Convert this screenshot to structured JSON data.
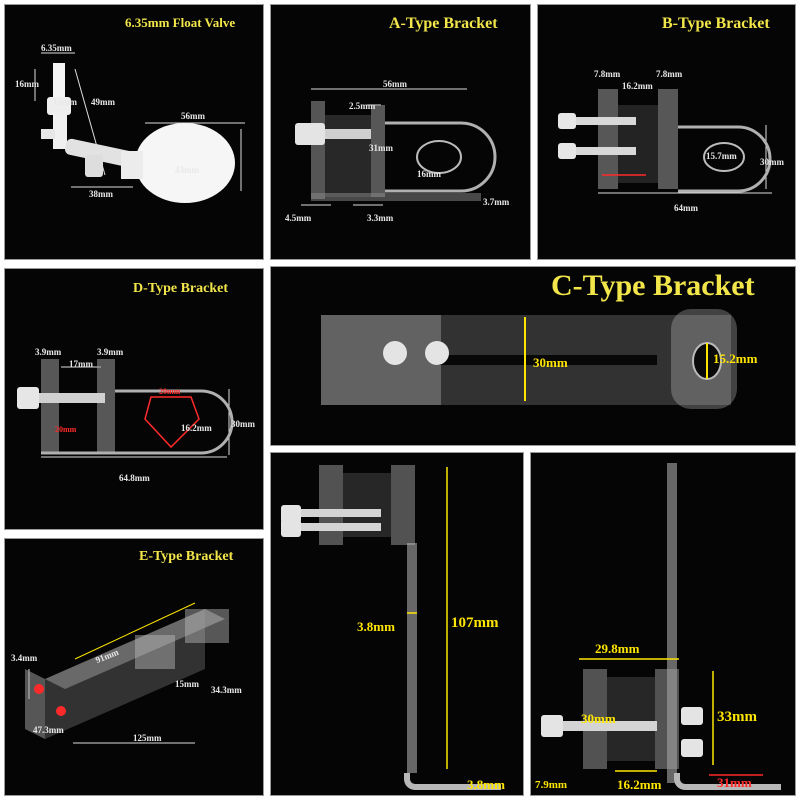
{
  "panels": {
    "float_valve": {
      "title": "6.35mm Float Valve",
      "dims": [
        "6.35mm",
        "16mm",
        "15mm",
        "49mm",
        "56mm",
        "43mm",
        "38mm"
      ]
    },
    "a_type": {
      "title": "A-Type Bracket",
      "dims": [
        "56mm",
        "2.5mm",
        "31mm",
        "16mm",
        "3.7mm",
        "4.5mm",
        "3.3mm"
      ]
    },
    "b_type": {
      "title": "B-Type Bracket",
      "dims": [
        "7.8mm",
        "7.8mm",
        "16.2mm",
        "15.7mm",
        "30mm",
        "64mm"
      ]
    },
    "d_type": {
      "title": "D-Type Bracket",
      "dims": [
        "3.9mm",
        "3.9mm",
        "17mm",
        "20mm",
        "20mm",
        "16.2mm",
        "30mm",
        "64.8mm"
      ]
    },
    "c_type": {
      "title": "C-Type Bracket",
      "dims": [
        "30mm",
        "15.2mm"
      ]
    },
    "e_type": {
      "title": "E-Type Bracket",
      "dims": [
        "3.4mm",
        "91mm",
        "47.3mm",
        "125mm",
        "15mm",
        "34.3mm"
      ]
    },
    "l_tall": {
      "dims": [
        "3.8mm",
        "107mm",
        "3.8mm"
      ]
    },
    "l_wide": {
      "dims": [
        "29.8mm",
        "30mm",
        "33mm",
        "7.9mm",
        "16.2mm",
        "31mm"
      ]
    }
  },
  "colors": {
    "background": "#050505",
    "title": "#f2e64a",
    "dimension_yellow": "#ffe600",
    "dimension_red": "#ff2a2a"
  }
}
